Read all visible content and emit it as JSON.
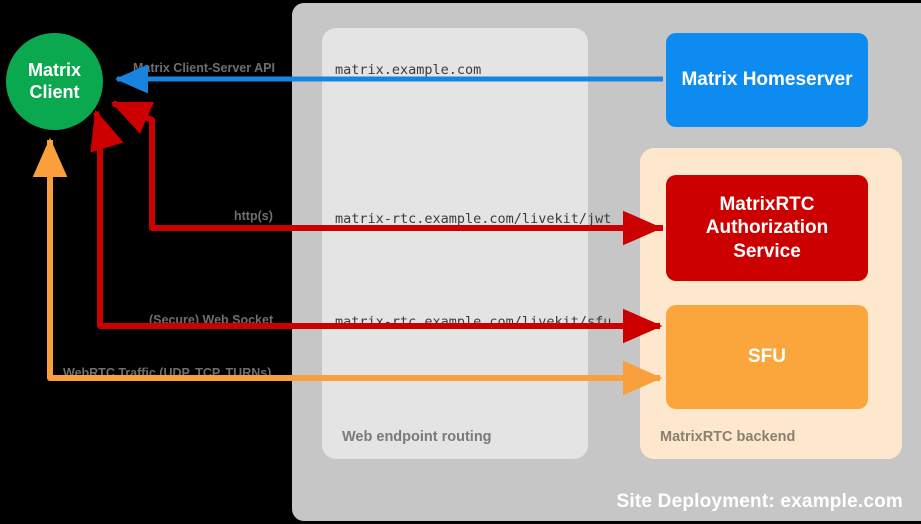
{
  "diagram": {
    "title": "Site Deployment: example.com",
    "background": "#000000"
  },
  "client": {
    "label_line1": "Matrix",
    "label_line2": "Client",
    "color": "#0aa84f"
  },
  "groups": [
    {
      "name": "web-endpoint-routing",
      "label": "Web endpoint routing",
      "color": "#e4e4e4"
    },
    {
      "name": "matrixrtc-backend",
      "label": "MatrixRTC backend",
      "color": "#fde7cd"
    }
  ],
  "nodes": {
    "homeserver": {
      "label": "Matrix Homeserver",
      "color": "#0d8bf0"
    },
    "auth_service": {
      "label_line1": "MatrixRTC",
      "label_line2": "Authorization",
      "label_line3": "Service",
      "color": "#cc0000"
    },
    "sfu": {
      "label": "SFU",
      "color": "#fba63c"
    }
  },
  "endpoints": [
    {
      "name": "matrix-endpoint",
      "url": "matrix.example.com"
    },
    {
      "name": "livekit-jwt-endpoint",
      "url": "matrix-rtc.example.com/livekit/jwt"
    },
    {
      "name": "livekit-sfu-endpoint",
      "url": "matrix-rtc.example.com/livekit/sfu"
    }
  ],
  "connections": [
    {
      "name": "matrix-client-server-api",
      "label": "Matrix Client-Server API",
      "color": "#1785e0"
    },
    {
      "name": "https-connection",
      "label": "http(s)",
      "color": "#cc0000"
    },
    {
      "name": "websocket-connection",
      "label": "(Secure) Web Socket",
      "color": "#cc0000"
    },
    {
      "name": "webrtc-traffic",
      "label": "WebRTC Traffic (UDP, TCP, TURNs)",
      "color": "#f9a03c"
    }
  ]
}
